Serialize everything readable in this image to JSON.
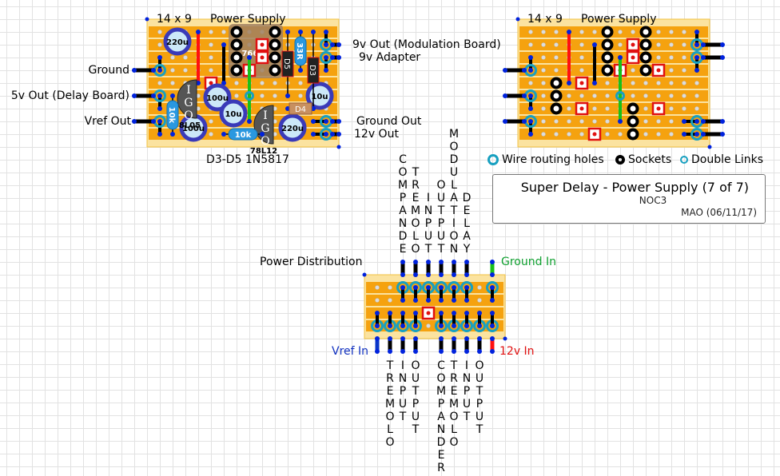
{
  "colors": {
    "board": "#f5a623",
    "board_edge": "#fbe3a0",
    "strip": "#f0a010",
    "hole": "#dddddd",
    "wire_black": "#000000",
    "wire_red": "#ff1010",
    "wire_green": "#18c018",
    "wire_blue": "#0a36c8",
    "routing_ring": "#18a0c0",
    "cap_blue": "#3a3ab8",
    "cap_fill": "#cce8f8",
    "resistor": "#2a98e0",
    "pin": "#0022dd",
    "title_green": "#10a030",
    "title_blue": "#1030c0",
    "title_red": "#e01010"
  },
  "board_left": {
    "size_label": "14 x 9",
    "title": "Power Supply",
    "footer": "D3-D5 1N5817",
    "labels_left": [
      "Ground",
      "5v Out (Delay Board)",
      "Vref Out"
    ],
    "labels_right": [
      "9v Out (Modulation Board)",
      "9v Adapter",
      "Ground Out",
      "12v Out"
    ],
    "components": {
      "cap_c1": "220u",
      "cap_c2": "100u",
      "cap_c3": "100u",
      "cap_c4": "10u",
      "cap_c5": "220u",
      "cap_c6": "10u",
      "ic": "7660S",
      "reg1_pins": [
        "I",
        "G",
        "O"
      ],
      "reg1_name": "78L05",
      "reg2_pins": [
        "I",
        "G",
        "O"
      ],
      "reg2_name": "78L12",
      "res1": "10k",
      "res2": "10k",
      "res3": "33R",
      "diode_d3": "D3",
      "diode_d4": "D4",
      "diode_d5": "D5"
    }
  },
  "board_right": {
    "size_label": "14 x 9",
    "title": "Power Supply"
  },
  "legend": {
    "items": [
      "Wire routing holes",
      "Sockets",
      "Double Links"
    ]
  },
  "infobox": {
    "title": "Super Delay - Power Supply (7 of 7)",
    "subtitle": "NOC3",
    "author_date": "MAO (06/11/17)"
  },
  "board_bottom": {
    "title": "Power Distribution",
    "ground_in": "Ground In",
    "vref_in": "Vref In",
    "v12_in": "12v In",
    "top_labels": [
      "COMPANDE",
      "TREMOLO",
      "INPUT",
      "OUTPUT",
      "MODULATION",
      "DELAY"
    ],
    "bottom_labels": [
      "TREMOLO",
      "INPUT",
      "OUTPUT",
      "COMPANDER",
      "TREMOLO",
      "INPUT",
      "OUTPUT"
    ]
  }
}
